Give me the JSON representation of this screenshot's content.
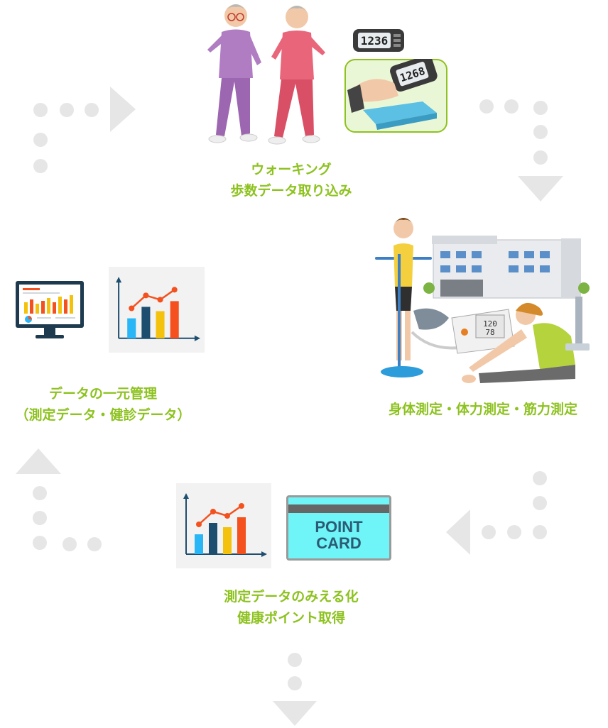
{
  "steps": [
    {
      "line1": "ウォーキング",
      "line2": "歩数データ取り込み"
    },
    {
      "line1": "身体測定・体力測定・筋力測定"
    },
    {
      "line1": "測定データのみえる化",
      "line2": "健康ポイント取得"
    },
    {
      "line1": "データの一元管理",
      "line2": "（測定データ・健診データ）"
    }
  ],
  "card": {
    "line1": "POINT",
    "line2": "CARD"
  },
  "pedometer_large": "1268",
  "pedometer_small": "1236",
  "monitor_reading": "120\n78",
  "colors": {
    "accent": "#8dc21f",
    "arrow": "#e6e6e6",
    "card": "#6ff4f8"
  }
}
